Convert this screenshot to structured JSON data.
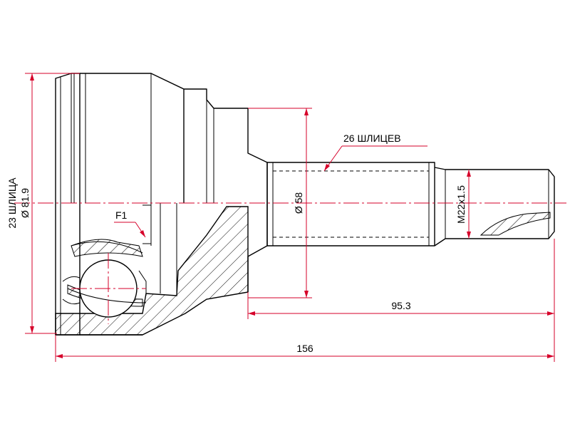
{
  "labels": {
    "splines_outer": "23 ШЛИЦА",
    "diameter_outer": "Ø 81.9",
    "f1": "F1",
    "splines_shaft": "26 ШЛИЦЕВ",
    "diameter_shaft": "Ø 58",
    "thread": "M22x1.5",
    "length_shaft": "95.3",
    "length_total": "156"
  },
  "colors": {
    "dimension": "#d6002a",
    "outline": "#000000",
    "background": "#ffffff"
  }
}
